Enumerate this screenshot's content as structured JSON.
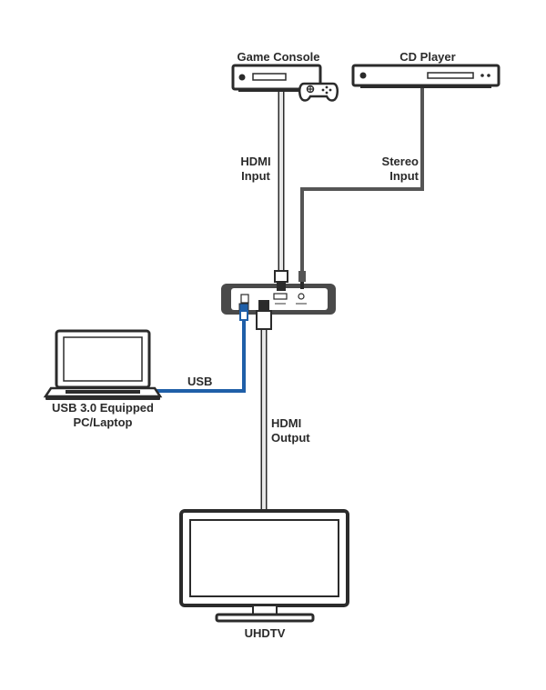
{
  "devices": {
    "game_console": "Game Console",
    "cd_player": "CD Player",
    "laptop_line1": "USB 3.0 Equipped",
    "laptop_line2": "PC/Laptop",
    "tv": "UHDTV"
  },
  "connections": {
    "hdmi_input_line1": "HDMI",
    "hdmi_input_line2": "Input",
    "stereo_input_line1": "Stereo",
    "stereo_input_line2": "Input",
    "usb": "USB",
    "hdmi_output_line1": "HDMI",
    "hdmi_output_line2": "Output"
  },
  "colors": {
    "usb_cable": "#1f5fa8",
    "hdmi_cable": "#e8e8e8",
    "audio_cable": "#555555",
    "device_outline": "#2b2b2b",
    "hub_body": "#4a4a4a"
  }
}
